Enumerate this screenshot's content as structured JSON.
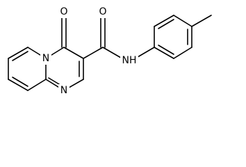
{
  "structure": {
    "atoms": {
      "ring_n": "N",
      "ring_n_lower": "N",
      "carbonyl_o_ring": "O",
      "carbonyl_o_amide": "O",
      "amide_nh": "NH"
    }
  },
  "colors": {
    "bond": "#000000",
    "label": "#000000",
    "background": "#ffffff"
  }
}
